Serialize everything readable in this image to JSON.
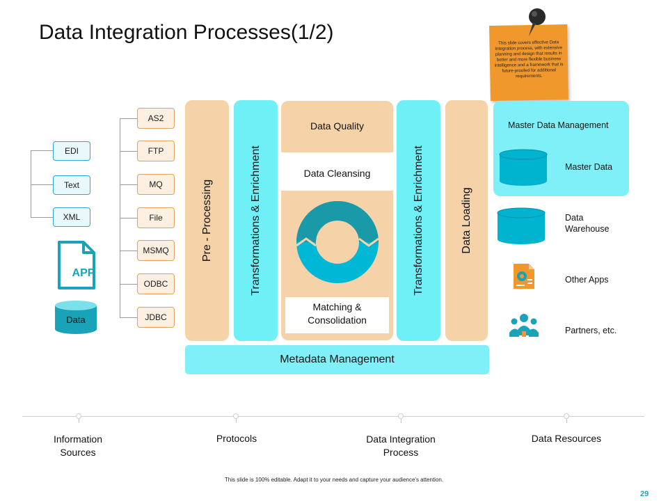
{
  "title": "Data Integration Processes(1/2)",
  "note": "This slide covers effective Data Integration process, with extensive planning and design that results in better and more flexible business intelligence and a framework that is future-proofed for additional requirements.",
  "sources": [
    "EDI",
    "Text",
    "XML"
  ],
  "app_label": "APP",
  "data_label": "Data",
  "protocols": [
    "AS2",
    "FTP",
    "MQ",
    "File",
    "MSMQ",
    "ODBC",
    "JDBC"
  ],
  "columns": {
    "pre_processing": "Pre - Processing",
    "transform_1": "Transformations & Enrichment",
    "transform_2": "Transformations & Enrichment",
    "data_loading": "Data Loading"
  },
  "middle": {
    "data_quality": "Data Quality",
    "data_cleansing": "Data Cleansing",
    "matching_line1": "Matching &",
    "matching_line2": "Consolidation"
  },
  "metadata": "Metadata Management",
  "resources": {
    "mdm_title": "Master Data Management",
    "master_data": "Master Data",
    "warehouse_line1": "Data",
    "warehouse_line2": "Warehouse",
    "other_apps": "Other Apps",
    "partners": "Partners, etc."
  },
  "timeline": {
    "info_line1": "Information",
    "info_line2": "Sources",
    "protocols": "Protocols",
    "process_line1": "Data Integration",
    "process_line2": "Process",
    "resources": "Data Resources"
  },
  "footer": "This slide is 100% editable. Adapt it to your needs and capture your audience's attention.",
  "page_number": "29",
  "colors": {
    "cyan": "#6ff0f7",
    "peach": "#f5d2a8",
    "teal": "#1aa3b8",
    "orange": "#f0982c"
  }
}
